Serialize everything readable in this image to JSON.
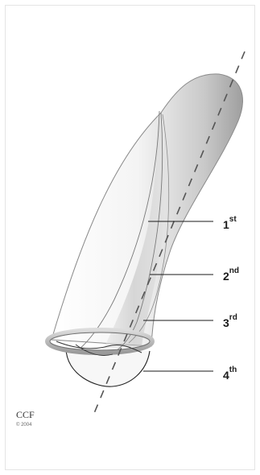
{
  "labels": [
    {
      "main": "1",
      "sup": "st"
    },
    {
      "main": "2",
      "sup": "nd"
    },
    {
      "main": "3",
      "sup": "rd"
    },
    {
      "main": "4",
      "sup": "th"
    }
  ],
  "credit": {
    "name": "CCF",
    "year": "© 2004"
  }
}
